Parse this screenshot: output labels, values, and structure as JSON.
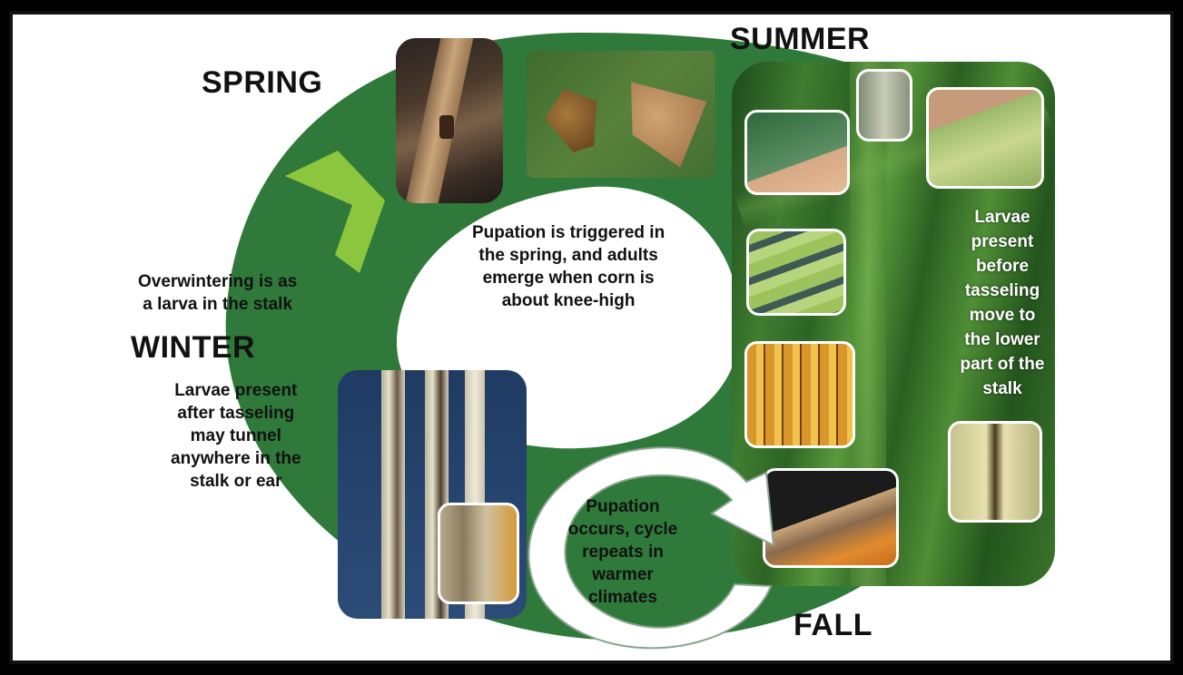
{
  "seasons": {
    "spring": "SPRING",
    "summer": "SUMMER",
    "fall": "FALL",
    "winter": "WINTER"
  },
  "notes": {
    "overwintering": [
      "Overwintering is as",
      "a larva in the stalk"
    ],
    "pupation_spring": [
      "Pupation is triggered in",
      "the spring, and adults",
      "emerge when corn is",
      "about knee-high"
    ],
    "larvae_before": [
      "Larvae",
      "present",
      "before",
      "tasseling",
      "move to",
      "the lower",
      "part of the",
      "stalk"
    ],
    "larvae_after": [
      "Larvae present",
      "after tasseling",
      "may tunnel",
      "anywhere in the",
      "stalk or ear"
    ],
    "pupation_repeat": [
      "Pupation",
      "occurs, cycle",
      "repeats in",
      "warmer",
      "climates"
    ]
  },
  "colors": {
    "ring": "#2f7a3a",
    "ring_dark": "#2a6b33",
    "arrow": "#8cc63f",
    "cycle_arrow": "#ffffff",
    "cycle_border": "#8aa58f"
  },
  "icons": {
    "spring_arrow": "chevron-right-icon",
    "repeat_arrow": "circular-arrow-icon"
  }
}
